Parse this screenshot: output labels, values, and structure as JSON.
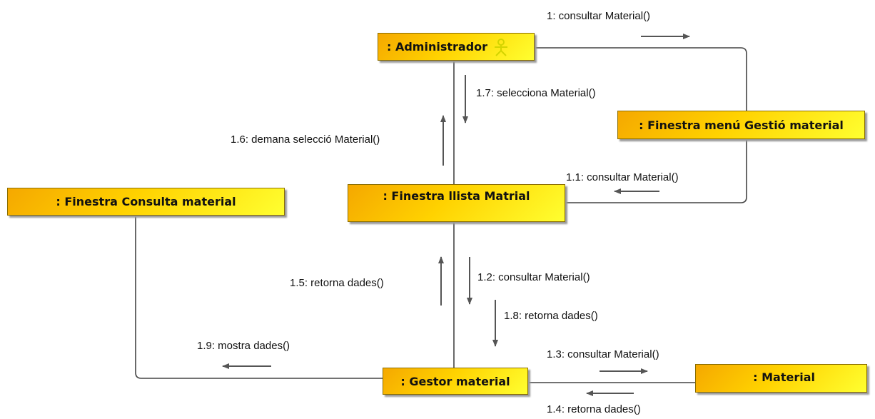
{
  "objects": {
    "administrador": ": Administrador",
    "menu_gestio": ": Finestra menú Gestió material",
    "llista": ": Finestra llista Matrial",
    "consulta": ": Finestra Consulta material",
    "gestor": ": Gestor material",
    "material": ": Material"
  },
  "messages": {
    "m1": "1: consultar Material()",
    "m1_1": "1.1: consultar Material()",
    "m1_2": "1.2: consultar Material()",
    "m1_3": "1.3: consultar Material()",
    "m1_4": "1.4: retorna dades()",
    "m1_5": "1.5: retorna dades()",
    "m1_6": "1.6: demana selecció Material()",
    "m1_7": "1.7: selecciona Material()",
    "m1_8": "1.8: retorna dades()",
    "m1_9": "1.9: mostra dades()"
  },
  "icons": {
    "actor": "actor-stick-figure-icon"
  },
  "colors": {
    "box_fill_start": "#f5a800",
    "box_fill_end": "#ffff30",
    "actor_icon": "#e0e000"
  }
}
